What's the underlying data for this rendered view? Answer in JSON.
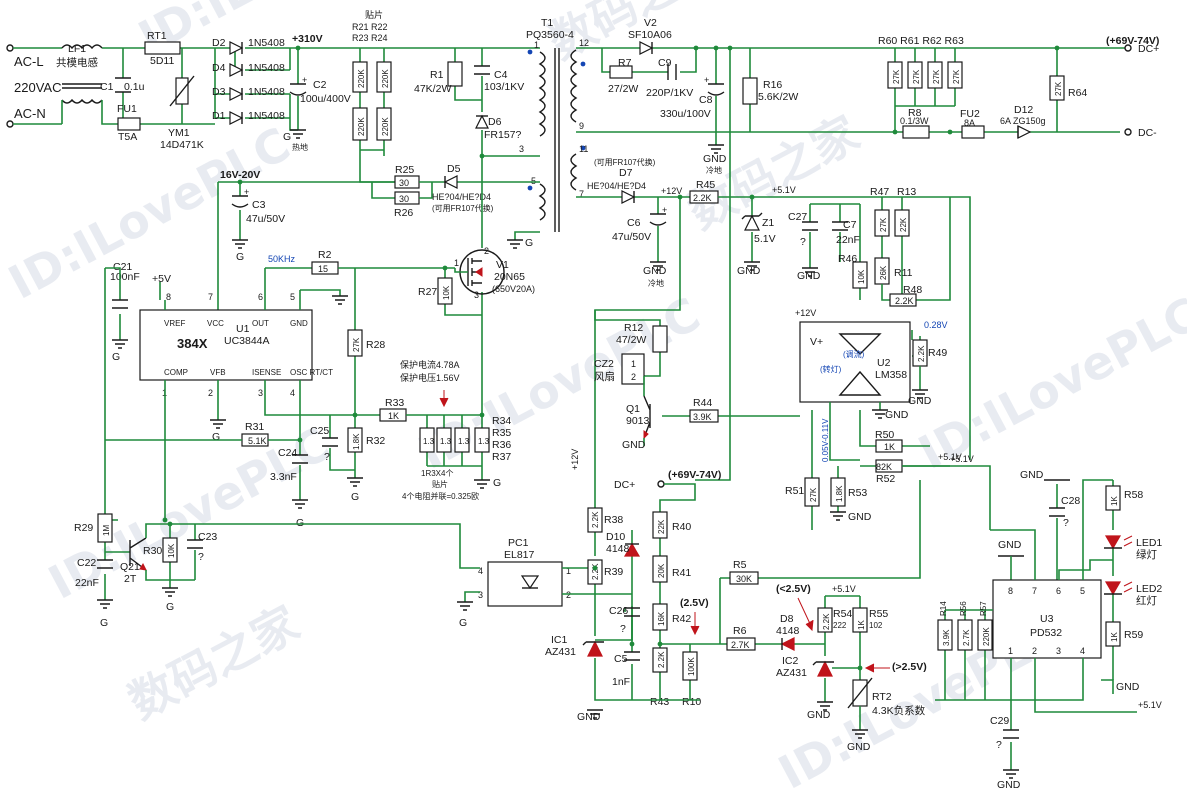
{
  "inputs": {
    "ac_l": "AC-L",
    "ac_n": "AC-N",
    "voltage": "220VAC"
  },
  "lf1": {
    "ref": "LF1",
    "desc": "共模电感"
  },
  "rt1": {
    "ref": "RT1",
    "value": "5D11"
  },
  "c1": {
    "ref": "C1",
    "value": "0.1u"
  },
  "fu1": {
    "ref": "FU1",
    "value": "T5A"
  },
  "ym1": {
    "ref": "YM1",
    "value": "14D471K"
  },
  "bridge": {
    "d2": "D2",
    "d4": "D4",
    "d3": "D3",
    "d1": "D1",
    "part": "1N5408"
  },
  "bus310": "+310V",
  "c2": {
    "ref": "C2",
    "value": "100u/400V"
  },
  "g_hot": {
    "sym": "G",
    "label": "热地"
  },
  "tiepian": "贴片",
  "r21_24": {
    "line1": "R21 R22",
    "line2": "R23 R24",
    "v1": "220K",
    "v2": "220K",
    "v3": "220K",
    "v4": "220K"
  },
  "r1": {
    "ref": "R1",
    "value": "47K/2W"
  },
  "c4": {
    "ref": "C4",
    "value": "103/1KV"
  },
  "d6": {
    "ref": "D6",
    "value": "FR157?"
  },
  "t1": {
    "ref": "T1",
    "part": "PQ3560-4",
    "p1": "1",
    "p3": "3",
    "p5": "5",
    "p12": "12",
    "p9": "9",
    "p11": "11",
    "p7": "7"
  },
  "v2": {
    "ref": "V2",
    "value": "SF10A06"
  },
  "r7": {
    "ref": "R7",
    "value": "27/2W"
  },
  "c9": {
    "ref": "C9",
    "value": "220P/1KV"
  },
  "c8": {
    "ref": "C8",
    "value": "330u/100V"
  },
  "r16": {
    "ref": "R16",
    "value": "5.6K/2W"
  },
  "gnd": "GND",
  "cold": "冷地",
  "r60_63": {
    "label": "R60 R61 R62 R63",
    "v": "27K"
  },
  "out_pos": {
    "range": "(+69V-74V)",
    "name": "DC+"
  },
  "out_neg": "DC-",
  "r64": {
    "ref": "R64",
    "value": "27K"
  },
  "r8": {
    "ref": "R8",
    "value": "0.1/3W"
  },
  "fu2": {
    "ref": "FU2",
    "value": "8A"
  },
  "d12": {
    "ref": "D12",
    "value": "6A ZG150g"
  },
  "v1620": "16V-20V",
  "c3": {
    "ref": "C3",
    "value": "47u/50V"
  },
  "r25": {
    "ref": "R25",
    "value": "30"
  },
  "r26": {
    "ref": "R26",
    "value": "30"
  },
  "d5": {
    "ref": "D5",
    "value": "HE?04/HE?D4",
    "note": "(可用FR107代换)"
  },
  "d7": {
    "ref": "D7",
    "value": "HE?04/HE?D4",
    "note": "(可用FR107代换)"
  },
  "plus12": "+12V",
  "plus51": "+5.1V",
  "r45": {
    "ref": "R45",
    "value": "2.2K"
  },
  "c6": {
    "ref": "C6",
    "value": "47u/50V"
  },
  "z1": {
    "ref": "Z1",
    "value": "5.1V"
  },
  "c27": {
    "ref": "C27",
    "value": "?"
  },
  "c7": {
    "ref": "C7",
    "value": "22nF"
  },
  "r47": {
    "ref": "R47",
    "value": "27K"
  },
  "r13": {
    "ref": "R13",
    "value": "22K"
  },
  "r46": {
    "ref": "R46",
    "value": "10K"
  },
  "r11": {
    "ref": "R11",
    "value": "26K"
  },
  "r48": {
    "ref": "R48",
    "value": "2.2K"
  },
  "r49": {
    "ref": "R49",
    "value": "2.2K"
  },
  "v028": "0.28V",
  "u2": {
    "ref": "U2",
    "part": "LM358",
    "a": "(调流)",
    "b": "(转灯)",
    "vp": "V+"
  },
  "c21": {
    "ref": "C21",
    "value": "100nF"
  },
  "r2": {
    "ref": "R2",
    "value": "15"
  },
  "f50k": "50KHz",
  "u1": {
    "ref": "U1",
    "part": "UC3844A",
    "mark": "384X",
    "vref": "VREF",
    "vcc": "VCC",
    "out": "OUT",
    "gnd": "GND",
    "comp": "COMP",
    "vfb": "VFB",
    "isense": "ISENSE",
    "osc": "OSC RT/CT"
  },
  "plus5": "+5V",
  "v1": {
    "ref": "V1",
    "part": "20N65",
    "rating": "(650V20A)"
  },
  "r27": {
    "ref": "R27",
    "value": "10K"
  },
  "r28": {
    "ref": "R28",
    "value": "27K"
  },
  "protect": {
    "i": "保护电流4.78A",
    "v": "保护电压1.56V"
  },
  "r33": {
    "ref": "R33",
    "value": "1K"
  },
  "r34_37": {
    "refs": [
      "R34",
      "R35",
      "R36",
      "R37"
    ],
    "v": "1.3"
  },
  "r34note": {
    "a": "1R3X4个",
    "b": "贴片",
    "c": "4个电阻并联=0.325欧"
  },
  "r31": {
    "ref": "R31",
    "value": "5.1K"
  },
  "c25": {
    "ref": "C25",
    "value": "?"
  },
  "r32": {
    "ref": "R32",
    "value": "1.8K"
  },
  "c24": {
    "ref": "C24",
    "value": "3.3nF"
  },
  "r29": {
    "ref": "R29",
    "value": "1M"
  },
  "c22": {
    "ref": "C22",
    "value": "22nF"
  },
  "q21": {
    "ref": "Q21",
    "value": "2T"
  },
  "r30": {
    "ref": "R30",
    "value": "10K"
  },
  "c23": {
    "ref": "C23",
    "value": "?"
  },
  "pc1": {
    "ref": "PC1",
    "part": "EL817"
  },
  "r12": {
    "ref": "R12",
    "value": "47/2W"
  },
  "cz2": {
    "ref": "CZ2",
    "desc": "风扇"
  },
  "q1": {
    "ref": "Q1",
    "value": "9013"
  },
  "r44": {
    "ref": "R44",
    "value": "3.9K"
  },
  "dcp2": {
    "name": "DC+",
    "range": "(+69V-74V)"
  },
  "r38": {
    "ref": "R38",
    "value": "2.2K"
  },
  "r39": {
    "ref": "R39",
    "value": "2.2K"
  },
  "d10": {
    "ref": "D10",
    "value": "4148"
  },
  "r40": {
    "ref": "R40",
    "value": "22K"
  },
  "r41": {
    "ref": "R41",
    "value": "20K"
  },
  "r42": {
    "ref": "R42",
    "value": "16K"
  },
  "r43": {
    "ref": "R43",
    "value": "2.2K"
  },
  "r10": {
    "ref": "R10",
    "value": "100K"
  },
  "c26": {
    "ref": "C26",
    "value": "?"
  },
  "c5": {
    "ref": "C5",
    "value": "1nF"
  },
  "ic1": {
    "ref": "IC1",
    "part": "AZ431"
  },
  "v25": "(2.5V)",
  "r5": {
    "ref": "R5",
    "value": "30K"
  },
  "r6": {
    "ref": "R6",
    "value": "2.7K"
  },
  "lt25": "(<2.5V)",
  "gt25": "(>2.5V)",
  "d8": {
    "ref": "D8",
    "value": "4148"
  },
  "r54": {
    "ref": "R54",
    "value": "2.2K",
    "code": "222"
  },
  "r55": {
    "ref": "R55",
    "value": "1K",
    "code": "102"
  },
  "ic2": {
    "ref": "IC2",
    "part": "AZ431"
  },
  "rt2": {
    "ref": "RT2",
    "value": "4.3K负系数"
  },
  "r51": {
    "ref": "R51",
    "value": "27K"
  },
  "r53": {
    "ref": "R53",
    "value": "1.8K"
  },
  "r50": {
    "ref": "R50",
    "value": "1K"
  },
  "r52": {
    "ref": "R52",
    "value": "82K"
  },
  "v005": "0.05V-0.11V",
  "c28": {
    "ref": "C28",
    "value": "?"
  },
  "r58": {
    "ref": "R58",
    "value": "1K"
  },
  "led1": {
    "ref": "LED1",
    "desc": "绿灯"
  },
  "led2": {
    "ref": "LED2",
    "desc": "红灯"
  },
  "r59": {
    "ref": "R59",
    "value": "1K"
  },
  "u3": {
    "ref": "U3",
    "part": "PD532"
  },
  "r14": {
    "ref": "R14",
    "value": "3.9K"
  },
  "r56": {
    "ref": "R56",
    "value": "2.7K"
  },
  "r57": {
    "ref": "R57",
    "value": "220K"
  },
  "c29": {
    "ref": "C29",
    "value": "?"
  },
  "watermark": {
    "a": "数码之家",
    "b": "ID:ILovePLC"
  }
}
